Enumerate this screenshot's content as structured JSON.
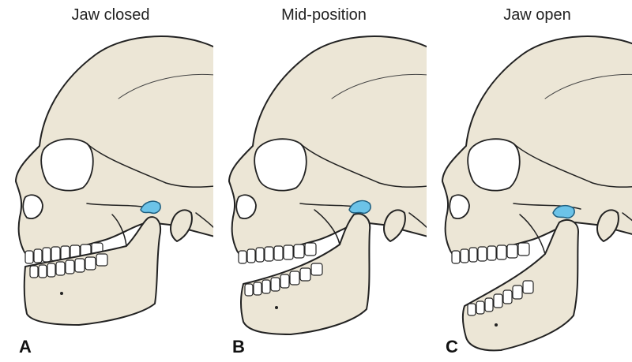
{
  "panels": [
    {
      "letter": "A",
      "title": "Jaw closed"
    },
    {
      "letter": "B",
      "title": "Mid-position"
    },
    {
      "letter": "C",
      "title": "Jaw open"
    }
  ]
}
